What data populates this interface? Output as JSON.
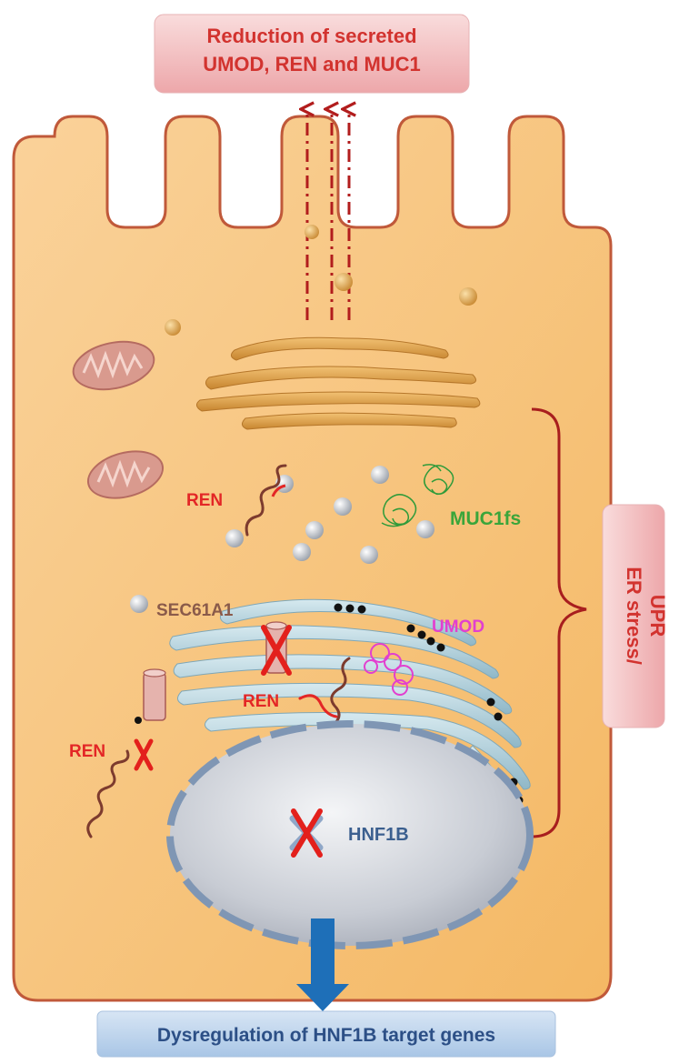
{
  "top_box": {
    "line1": "Reduction of secreted",
    "line2": "UMOD, REN and MUC1"
  },
  "bottom_box": {
    "text": "Dysregulation of HNF1B target genes"
  },
  "side_box": {
    "line1": "ER stress/",
    "line2": "UPR"
  },
  "labels": {
    "ren_cytoplasm": "REN",
    "muc1fs": "MUC1fs",
    "sec61a1": "SEC61A1",
    "umod": "UMOD",
    "ren_er": "REN",
    "ren_outside": "REN",
    "hnf1b": "HNF1B"
  },
  "colors": {
    "cell_fill": "#f7c373",
    "cell_border": "#c0593a",
    "golgi": "#e0a14a",
    "er": "#a9ccd8",
    "nucleus": "#c9ccd3",
    "red_label": "#e32626",
    "green_label": "#3aa53a",
    "pink_label": "#e23fcf",
    "brown_label": "#8a5a4a",
    "blue_label": "#3b5f8f",
    "arrow_blue": "#1e6fb8",
    "top_box_fill": "#f3c3c5",
    "bottom_box_fill": "#bcd3ec",
    "side_box_fill": "#f3c3c5",
    "brace": "#a81e1e"
  }
}
